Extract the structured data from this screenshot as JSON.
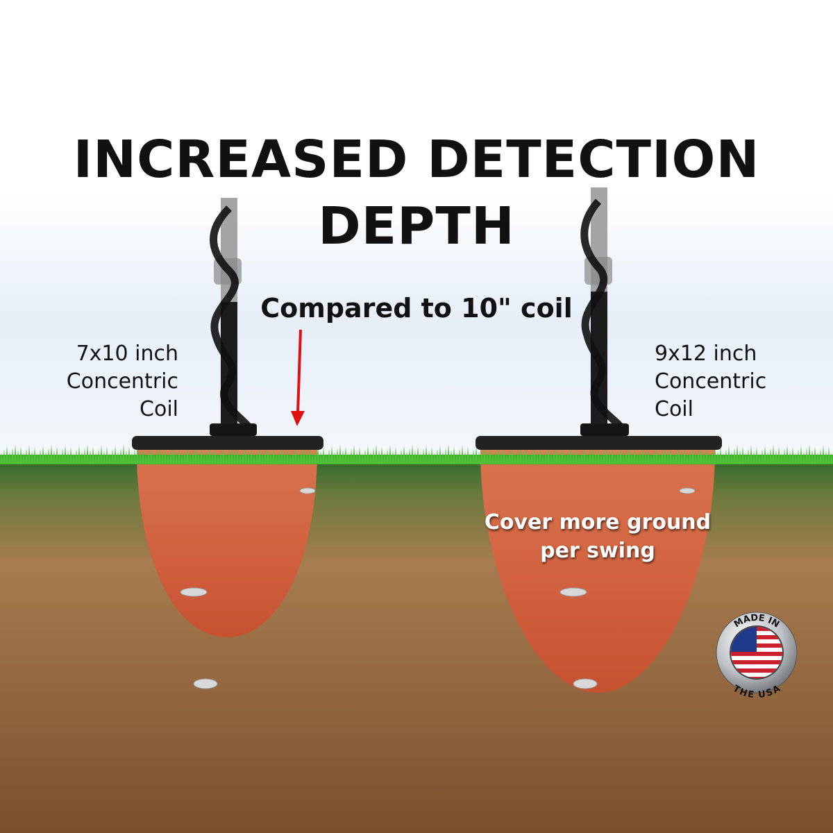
{
  "title": {
    "line1": "INCREASED DETECTION",
    "line2": "DEPTH"
  },
  "comparison_label": "Compared to 10\" coil",
  "left_coil": {
    "line1": "7x10 inch",
    "line2": "Concentric",
    "line3": "Coil"
  },
  "right_coil": {
    "line1": "9x12 inch",
    "line2": "Concentric",
    "line3": "Coil"
  },
  "coverage_label": {
    "line1": "Cover more ground",
    "line2": "per swing"
  },
  "badge": {
    "top_text": "MADE IN",
    "bottom_text": "THE USA"
  },
  "colors": {
    "detection_field": "#d2583a",
    "arrow": "#e01010",
    "grass": "#3fae2a",
    "soil": "#a57a4e"
  }
}
